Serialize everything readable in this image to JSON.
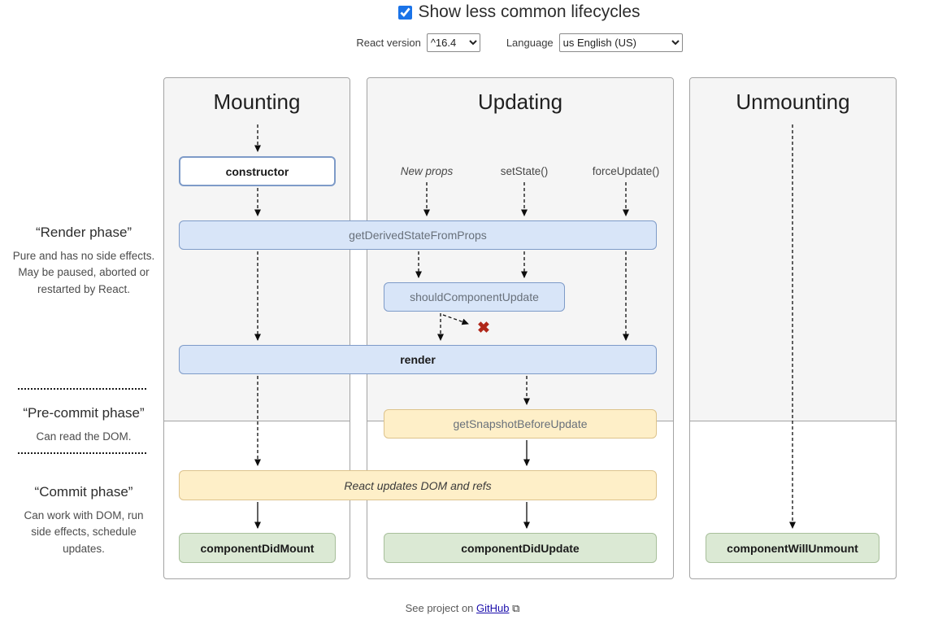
{
  "header": {
    "show_less_label": "Show less common lifecycles",
    "checkbox_checked": true,
    "react_version_label": "React version",
    "react_version_value": "^16.4",
    "language_label": "Language",
    "language_value": "us English (US)"
  },
  "columns": [
    {
      "title": "Mounting"
    },
    {
      "title": "Updating"
    },
    {
      "title": "Unmounting"
    }
  ],
  "phases": [
    {
      "title": "“Render phase”",
      "description": "Pure and has no side effects. May be paused, aborted or restarted by React."
    },
    {
      "title": "“Pre-commit phase”",
      "description": "Can read the DOM."
    },
    {
      "title": "“Commit phase”",
      "description": "Can work with DOM, run side effects, schedule updates."
    }
  ],
  "triggers": [
    {
      "label": "New props"
    },
    {
      "label": "setState()"
    },
    {
      "label": "forceUpdate()"
    }
  ],
  "boxes": {
    "constructor_box": "constructor",
    "get_derived_state_from_props": "getDerivedStateFromProps",
    "should_component_update": "shouldComponentUpdate",
    "render": "render",
    "get_snapshot_before_update": "getSnapshotBeforeUpdate",
    "react_updates": "React updates DOM and refs",
    "component_did_mount": "componentDidMount",
    "component_did_update": "componentDidUpdate",
    "component_will_unmount": "componentWillUnmount"
  },
  "icons": {
    "cancel_update": "✖",
    "external_link": "⧉"
  },
  "footer": {
    "text": "See project on ",
    "link_label": "GitHub"
  },
  "colors": {
    "accent_blue": "#1a73e8",
    "box_blue": "#d8e5f8",
    "box_blue_border": "#7e9bc8",
    "box_yellow": "#feefc8",
    "box_green": "#dbe9d4",
    "cancel_red": "#b0281a",
    "panel_gray": "#f5f5f5",
    "link_blue": "#1a0dab"
  }
}
